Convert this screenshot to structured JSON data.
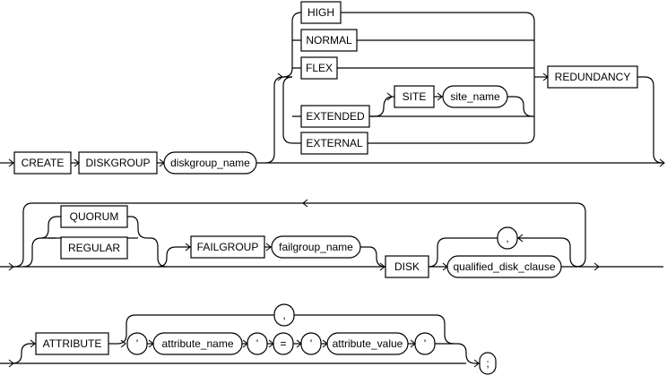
{
  "syntax": {
    "create": "CREATE",
    "diskgroup": "DISKGROUP",
    "diskgroup_name": "diskgroup_name",
    "high": "HIGH",
    "normal": "NORMAL",
    "flex": "FLEX",
    "extended": "EXTENDED",
    "site": "SITE",
    "site_name": "site_name",
    "external": "EXTERNAL",
    "redundancy": "REDUNDANCY",
    "quorum": "QUORUM",
    "regular": "REGULAR",
    "failgroup": "FAILGROUP",
    "failgroup_name": "failgroup_name",
    "disk": "DISK",
    "comma_1": ",",
    "qualified_disk_clause": "qualified_disk_clause",
    "attribute": "ATTRIBUTE",
    "comma_2": ",",
    "quote_1": "'",
    "attribute_name": "attribute_name",
    "quote_2": "'",
    "equals": "=",
    "quote_3": "'",
    "attribute_value": "attribute_value",
    "quote_4": "'",
    "semicolon": ";"
  }
}
